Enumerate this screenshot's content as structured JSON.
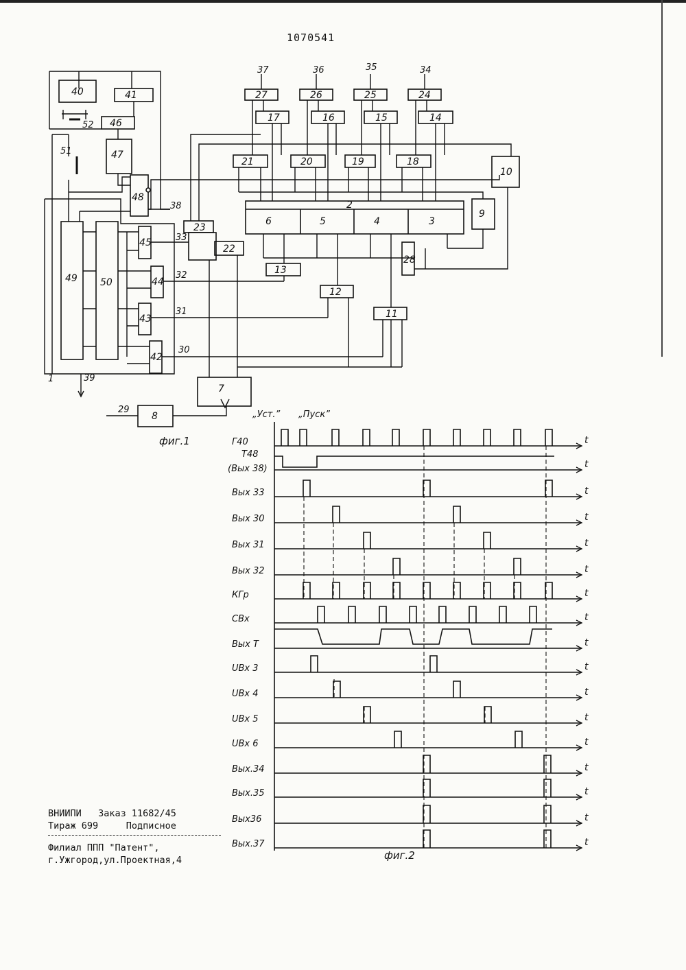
{
  "patent_number": "1070541",
  "fig1": {
    "caption": "фиг.1",
    "blocks": [
      "2",
      "3",
      "4",
      "5",
      "6",
      "7",
      "8",
      "9",
      "10",
      "11",
      "12",
      "13",
      "14",
      "15",
      "16",
      "17",
      "18",
      "19",
      "20",
      "21",
      "22",
      "23",
      "24",
      "25",
      "26",
      "27",
      "28",
      "40",
      "41",
      "42",
      "43",
      "44",
      "45",
      "46",
      "47",
      "48",
      "49",
      "50"
    ],
    "terminals": [
      "29",
      "30",
      "31",
      "32",
      "33",
      "34",
      "35",
      "36",
      "37",
      "38",
      "39",
      "1",
      "51",
      "52"
    ]
  },
  "fig2": {
    "caption": "фиг.2",
    "header_labels": [
      "„Уст.\"",
      "„Пуск\""
    ],
    "time_label": "t",
    "signals": [
      "Г40",
      "Т48",
      "(Вых 38)",
      "Вых 33",
      "Вых 30",
      "Вых 31",
      "Вых 32",
      "КГр",
      "СВх",
      "Вых Т",
      "UВх 3",
      "UВх 4",
      "UВх 5",
      "UВх 6",
      "Вых.34",
      "Вых.35",
      "Вых36",
      "Вых.37"
    ]
  },
  "imprint": {
    "line1": "ВНИИПИ   Заказ 11682/45",
    "line2": "Тираж 699     Подписное",
    "line3": "Филиал ППП \"Патент\",",
    "line4": "г.Ужгород,ул.Проектная,4"
  }
}
